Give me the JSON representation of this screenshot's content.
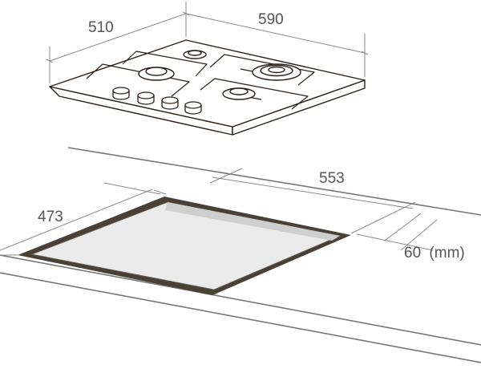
{
  "dimensions": {
    "hob_depth": "510",
    "hob_width": "590",
    "cutout_width": "553",
    "cutout_depth": "473",
    "min_edge_distance": "60",
    "unit": "(mm)"
  },
  "colors": {
    "outline": "#2b2018",
    "dimension_line": "#8a8a8a",
    "dimension_text": "#555555",
    "cutout_fill": "#ebebeb",
    "cutout_rim": "#4a4036",
    "counter_edge": "#777777"
  }
}
